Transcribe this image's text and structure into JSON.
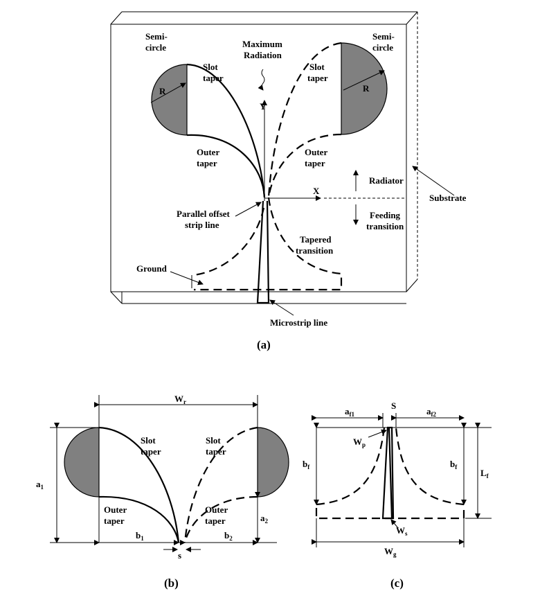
{
  "colors": {
    "shade": "#808080",
    "line": "#000000",
    "background": "#ffffff"
  },
  "panel_a": {
    "caption": "(a)",
    "semi_circle_left_line1": "Semi-",
    "semi_circle_left_line2": "circle",
    "semi_circle_right_line1": "Semi-",
    "semi_circle_right_line2": "circle",
    "radius_left": "R",
    "radius_right": "R",
    "max_radiation_line1": "Maximum",
    "max_radiation_line2": "Radiation",
    "slot_taper_left_line1": "Slot",
    "slot_taper_left_line2": "taper",
    "slot_taper_right_line1": "Slot",
    "slot_taper_right_line2": "taper",
    "y_axis": "Y",
    "x_axis": "X",
    "outer_taper_left_line1": "Outer",
    "outer_taper_left_line2": "taper",
    "outer_taper_right_line1": "Outer",
    "outer_taper_right_line2": "taper",
    "radiator": "Radiator",
    "substrate": "Substrate",
    "feeding_line1": "Feeding",
    "feeding_line2": "transition",
    "parallel_line1": "Parallel offset",
    "parallel_line2": "strip line",
    "tapered_line1": "Tapered",
    "tapered_line2": "transition",
    "ground": "Ground",
    "microstrip": "Microstrip line"
  },
  "panel_b": {
    "caption": "(b)",
    "wr": "W",
    "wr_sub": "r",
    "slot_left_line1": "Slot",
    "slot_left_line2": "taper",
    "slot_right_line1": "Slot",
    "slot_right_line2": "taper",
    "a1": "a",
    "a1_sub": "1",
    "a2": "a",
    "a2_sub": "2",
    "outer_left_line1": "Outer",
    "outer_left_line2": "taper",
    "outer_right_line1": "Outer",
    "outer_right_line2": "taper",
    "b1": "b",
    "b1_sub": "1",
    "b2": "b",
    "b2_sub": "2",
    "s": "s"
  },
  "panel_c": {
    "caption": "(c)",
    "af1": "a",
    "af1_sub": "f1",
    "af2": "a",
    "af2_sub": "f2",
    "S": "S",
    "wp": "W",
    "wp_sub": "p",
    "bf_left": "b",
    "bf_left_sub": "f",
    "bf_right": "b",
    "bf_right_sub": "f",
    "lf": "L",
    "lf_sub": "f",
    "ws": "W",
    "ws_sub": "s",
    "wg": "W",
    "wg_sub": "g"
  }
}
